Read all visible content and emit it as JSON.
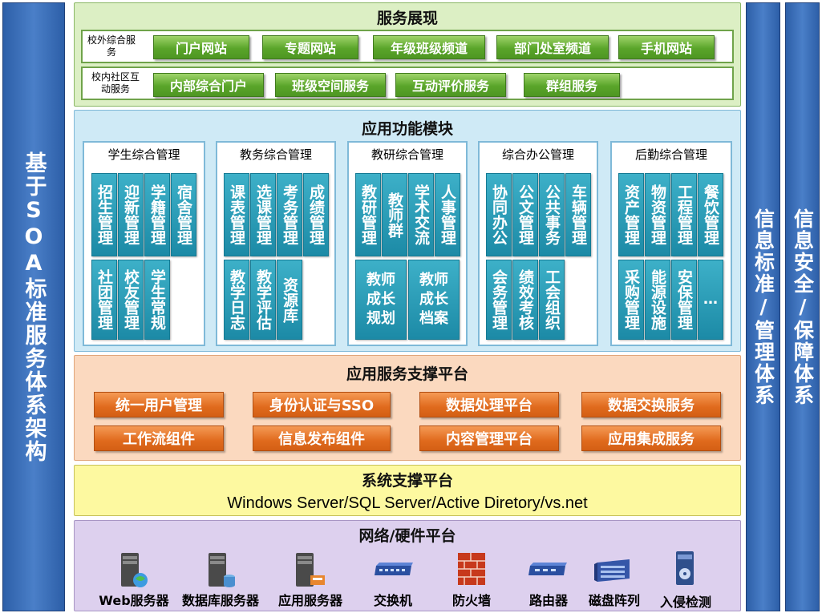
{
  "left_bar": {
    "text": "基于SOA标准服务体系架构"
  },
  "right_bar_1": {
    "text": "信息标准/管理体系"
  },
  "right_bar_2": {
    "text": "信息安全/保障体系"
  },
  "service_layer": {
    "title": "服务展现",
    "rows": [
      {
        "label": "校外综合服务",
        "items": [
          "门户网站",
          "专题网站",
          "年级班级频道",
          "部门处室频道",
          "手机网站"
        ]
      },
      {
        "label": "校内社区互动服务",
        "items": [
          "内部综合门户",
          "班级空间服务",
          "互动评价服务",
          "群组服务"
        ]
      }
    ]
  },
  "app_layer": {
    "title": "应用功能模块",
    "modules": [
      {
        "title": "学生综合管理",
        "tiles": [
          "招生管理",
          "迎新管理",
          "学籍管理",
          "宿舍管理",
          "社团管理",
          "校友管理",
          "学生常规"
        ]
      },
      {
        "title": "教务综合管理",
        "tiles": [
          "课表管理",
          "选课管理",
          "考务管理",
          "成绩管理",
          "教学日志",
          "教学评估",
          "资源库"
        ]
      },
      {
        "title": "教研综合管理",
        "tiles": [
          "教研管理",
          "教师群",
          "学术交流",
          "人事管理",
          "教师成长规划",
          "教师成长档案"
        ]
      },
      {
        "title": "综合办公管理",
        "tiles": [
          "协同办公",
          "公文管理",
          "公共事务",
          "车辆管理",
          "会务管理",
          "绩效考核",
          "工会组织"
        ]
      },
      {
        "title": "后勤综合管理",
        "tiles": [
          "资产管理",
          "物资管理",
          "工程管理",
          "餐饮管理",
          "采购管理",
          "能源设施",
          "安保管理",
          "…"
        ]
      }
    ]
  },
  "support_layer": {
    "title": "应用服务支撑平台",
    "items": [
      "统一用户管理",
      "身份认证与SSO",
      "数据处理平台",
      "数据交换服务",
      "工作流组件",
      "信息发布组件",
      "内容管理平台",
      "应用集成服务"
    ]
  },
  "system_layer": {
    "title": "系统支撑平台",
    "subtitle": "Windows Server/SQL Server/Active Diretory/vs.net"
  },
  "network_layer": {
    "title": "网络/硬件平台",
    "devices": [
      {
        "label": "Web服务器",
        "icon": "web-server-icon"
      },
      {
        "label": "数据库服务器",
        "icon": "database-server-icon"
      },
      {
        "label": "应用服务器",
        "icon": "app-server-icon"
      },
      {
        "label": "交换机",
        "icon": "switch-icon"
      },
      {
        "label": "防火墙",
        "icon": "firewall-icon"
      },
      {
        "label": "路由器",
        "icon": "router-icon"
      },
      {
        "label": "磁盘阵列",
        "icon": "disk-array-icon"
      },
      {
        "label": "入侵检测",
        "icon": "ids-icon"
      }
    ]
  },
  "colors": {
    "sidebar": "#3a6db5",
    "service_bg": "#dcefc4",
    "app_bg": "#cfeaf6",
    "support_bg": "#fbd9bf",
    "system_bg": "#fdf9a0",
    "network_bg": "#ddd0ee",
    "green": "#5aa52a",
    "teal": "#1c8aa6",
    "orange": "#e06a1d"
  }
}
